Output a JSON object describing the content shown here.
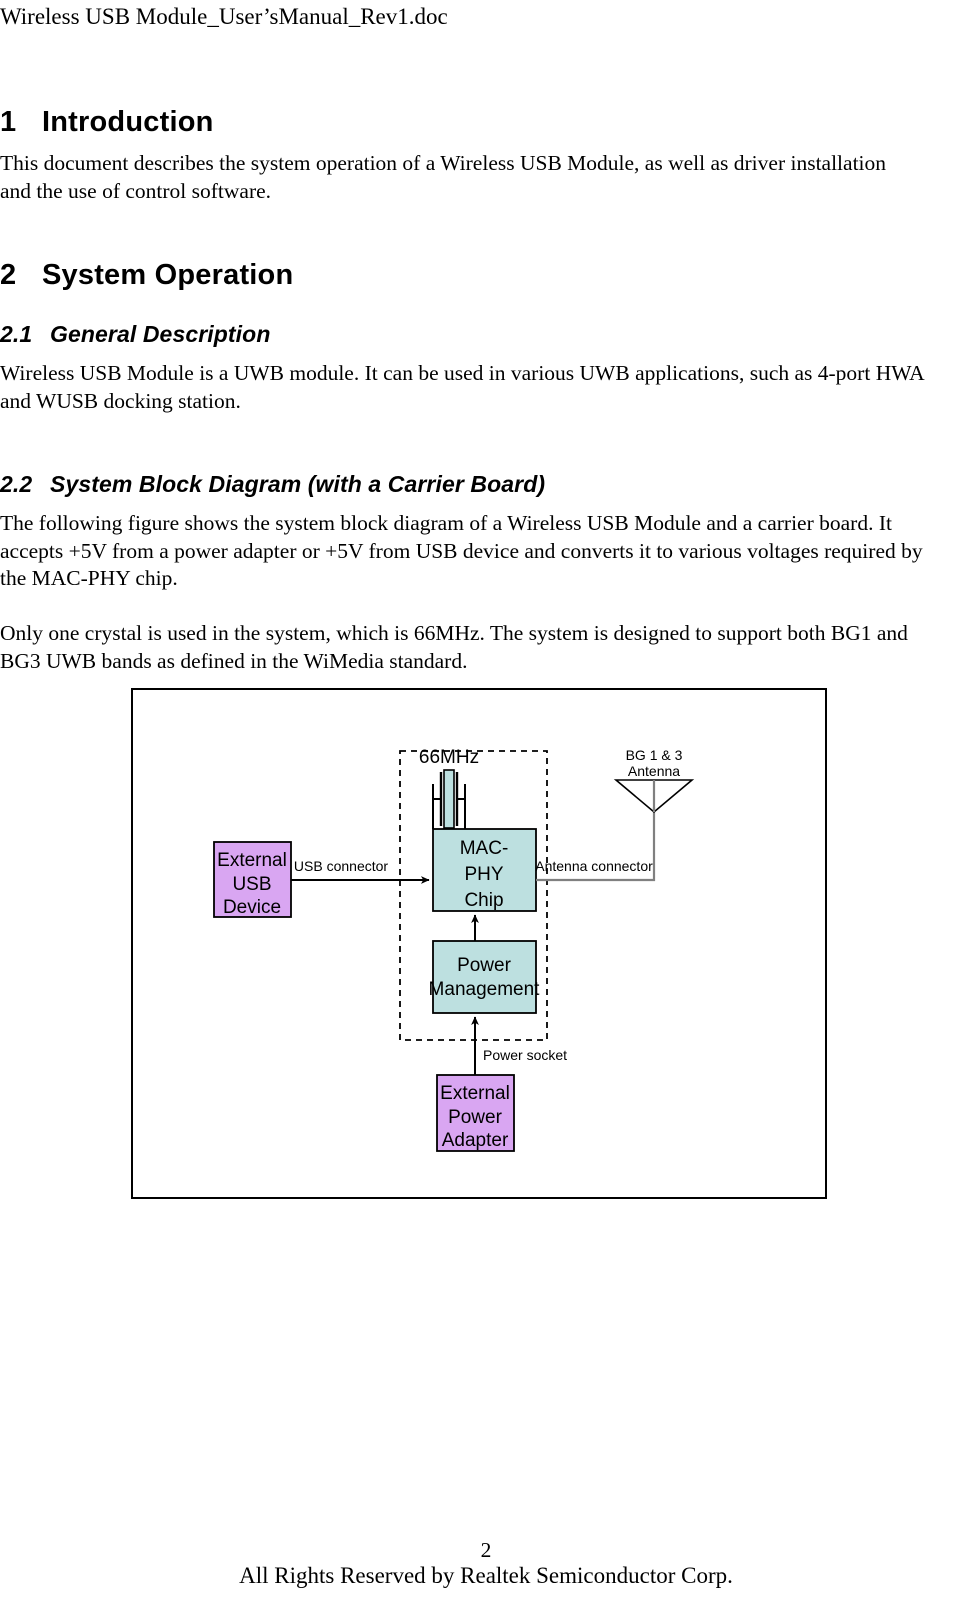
{
  "header": {
    "title": "Wireless USB Module_User’sManual_Rev1.doc"
  },
  "sections": [
    {
      "number": "1",
      "title": "Introduction",
      "level": 1,
      "paragraphs": [
        "This document describes the system operation of a Wireless USB Module, as well as driver installation and the use of control software."
      ]
    },
    {
      "number": "2",
      "title": "System Operation",
      "level": 1,
      "paragraphs": []
    },
    {
      "number": "2.1",
      "title": "General Description",
      "level": 2,
      "paragraphs": [
        "Wireless USB Module is a UWB module. It can be used in various UWB applications, such as 4-port HWA and WUSB docking station."
      ]
    },
    {
      "number": "2.2",
      "title": "System Block Diagram (with a Carrier Board)",
      "level": 2,
      "paragraphs": [
        "The following figure shows the system block diagram of a Wireless USB Module and a carrier board. It accepts +5V from a power adapter or +5V from USB device and converts it to various voltages required by the MAC-PHY chip.",
        "Only one crystal is used in the system, which is 66MHz. The system is designed to support both BG1 and BG3 UWB bands as defined in the WiMedia standard."
      ]
    }
  ],
  "figure": {
    "name": "system-block-diagram",
    "blocks": [
      {
        "id": "external-usb-device",
        "label": "External USB Device",
        "lines": [
          "External",
          "USB",
          "Device"
        ],
        "fill": "#d9a6f2",
        "stroke": "#000000"
      },
      {
        "id": "mac-phy-chip",
        "label": "MAC-PHY Chip",
        "lines": [
          "MAC-",
          "PHY",
          "Chip"
        ],
        "fill": "#bde0e0",
        "stroke": "#000000"
      },
      {
        "id": "power-management",
        "label": "Power Management",
        "lines": [
          "Power",
          "Management"
        ],
        "fill": "#bde0e0",
        "stroke": "#000000"
      },
      {
        "id": "external-power-adapter",
        "label": "External Power Adapter",
        "lines": [
          "External",
          "Power",
          "Adapter"
        ],
        "fill": "#d9a6f2",
        "stroke": "#000000"
      },
      {
        "id": "crystal",
        "label": "66MHz",
        "fill": "#bde0e0",
        "stroke": "#000000"
      }
    ],
    "labels": {
      "crystal": "66MHz",
      "antenna": [
        "BG 1 & 3",
        "Antenna"
      ],
      "usb_connector": "USB connector",
      "antenna_connector": "Antenna connector",
      "power_socket": "Power socket"
    },
    "module_boundary": {
      "style": "dashed",
      "description": "Wireless USB Module"
    }
  },
  "footer": {
    "page_number": "2",
    "copyright": "All Rights Reserved by Realtek Semiconductor Corp."
  }
}
